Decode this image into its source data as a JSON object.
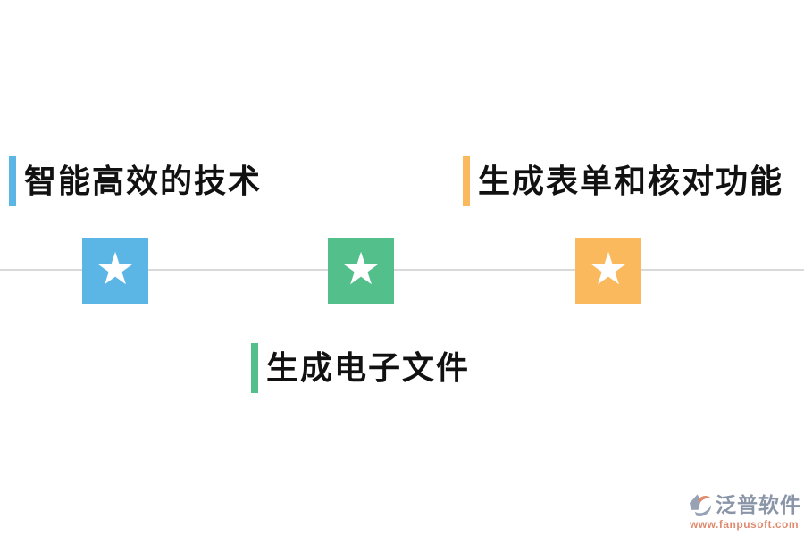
{
  "page": {
    "background": "#ffffff"
  },
  "timeline": {
    "line_color": "#d9d9d9",
    "nodes": [
      {
        "name": "blue-node",
        "color": "#5bb6e6",
        "star_glyph": "★"
      },
      {
        "name": "green-node",
        "color": "#53c08c",
        "star_glyph": "★"
      },
      {
        "name": "orange-node",
        "color": "#fbb95e",
        "star_glyph": "★"
      }
    ]
  },
  "labels": [
    {
      "text": "智能高效的技术",
      "accent_color": "#5bb6e6"
    },
    {
      "text": "生成表单和核对功能",
      "accent_color": "#fbb95e"
    },
    {
      "text": "生成电子文件",
      "accent_color": "#53c08c"
    }
  ],
  "watermark": {
    "brand": "泛普软件",
    "url": "www.fanpusoft.com",
    "brand_color": "#8a95a7",
    "url_color": "#df8a6f",
    "icon_primary": "#97a2b4",
    "icon_accent": "#e08a6e"
  }
}
